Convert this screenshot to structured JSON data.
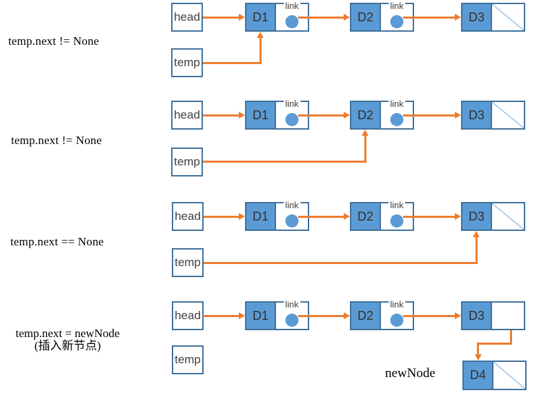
{
  "colors": {
    "node_fill": "#5b9bd5",
    "node_border": "#41719c",
    "arrow": "#ed7d31",
    "null_slash": "#9dc3e6",
    "label_text": "#404040"
  },
  "rows": [
    {
      "caption": "temp.next != None",
      "head_label": "head",
      "temp_label": "temp",
      "temp_arrow_target": "D1",
      "nodes": [
        {
          "data": "D1",
          "link_label": "link",
          "link": "pointer"
        },
        {
          "data": "D2",
          "link_label": "link",
          "link": "pointer"
        },
        {
          "data": "D3",
          "link": "null"
        }
      ]
    },
    {
      "caption": "temp.next != None",
      "head_label": "head",
      "temp_label": "temp",
      "temp_arrow_target": "D2",
      "nodes": [
        {
          "data": "D1",
          "link_label": "link",
          "link": "pointer"
        },
        {
          "data": "D2",
          "link_label": "link",
          "link": "pointer"
        },
        {
          "data": "D3",
          "link": "null"
        }
      ]
    },
    {
      "caption": "temp.next == None",
      "head_label": "head",
      "temp_label": "temp",
      "temp_arrow_target": "D3",
      "nodes": [
        {
          "data": "D1",
          "link_label": "link",
          "link": "pointer"
        },
        {
          "data": "D2",
          "link_label": "link",
          "link": "pointer"
        },
        {
          "data": "D3",
          "link": "null"
        }
      ]
    },
    {
      "caption": "temp.next = newNode",
      "caption_sub": "(插入新节点)",
      "head_label": "head",
      "temp_label": "temp",
      "temp_arrow_target": "",
      "nodes": [
        {
          "data": "D1",
          "link_label": "link",
          "link": "pointer"
        },
        {
          "data": "D2",
          "link_label": "link",
          "link": "pointer"
        },
        {
          "data": "D3",
          "link": "empty"
        }
      ],
      "new_node": {
        "label": "newNode",
        "data": "D4",
        "link": "null"
      }
    }
  ]
}
